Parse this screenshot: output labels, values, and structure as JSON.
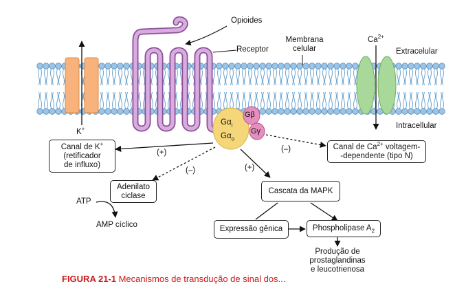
{
  "labels": {
    "opioides": "Opioides",
    "receptor": "Receptor",
    "membrana_1": "Membrana",
    "membrana_2": "celular",
    "ca_base": "Ca",
    "ca_sup": "2+",
    "extracelular": "Extracelular",
    "intracelular": "Intracellular",
    "k_base": "K",
    "k_sup": "+",
    "g_alpha_i": "Gα",
    "g_alpha_i_sub": "i",
    "g_alpha_o": "Gα",
    "g_alpha_o_sub": "o",
    "g_beta": "Gβ",
    "g_gamma": "Gγ",
    "atp": "ATP",
    "amp": "AMP cíclico",
    "sign_plus_k": "(+)",
    "sign_minus_ca": "(–)",
    "sign_minus_ac": "(–)",
    "sign_plus_mapk": "(+)"
  },
  "boxes": {
    "canal_k_line1_base": "Canal de K",
    "canal_k_line1_sup": "+",
    "canal_k_line2": "(retificador",
    "canal_k_line3": "de influxo)",
    "canal_ca_line1_base": "Canal de Ca",
    "canal_ca_line1_sup": "2+",
    "canal_ca_line1_rest": " voltagem-",
    "canal_ca_line2": "-dependente (tipo N)",
    "adenilato_line1": "Adenilato",
    "adenilato_line2": "ciclase",
    "mapk": "Cascata da MAPK",
    "expressao": "Expressão gênica",
    "phospholipase_base": "Phospholipase A",
    "phospholipase_sub": "2"
  },
  "products": {
    "line1": "Produção de",
    "line2": "prostaglandinas",
    "line3": "e leucotrienosa"
  },
  "caption": {
    "prefix": "FIGURA 21-1",
    "text": "  Mecanismos de transdução de sinal dos..."
  },
  "colors": {
    "lipid_head": "#9cc4e4",
    "lipid_head_stroke": "#5b8fc0",
    "lipid_tail": "#6aa3cf",
    "k_channel": "#f7b37b",
    "ca_channel": "#a9d99a",
    "receptor": "#cf9fd6",
    "receptor_stroke": "#8c4f98",
    "g_alpha": "#f5d77a",
    "g_beta_gamma": "#e58fbf",
    "caption": "#cc1a1a"
  }
}
